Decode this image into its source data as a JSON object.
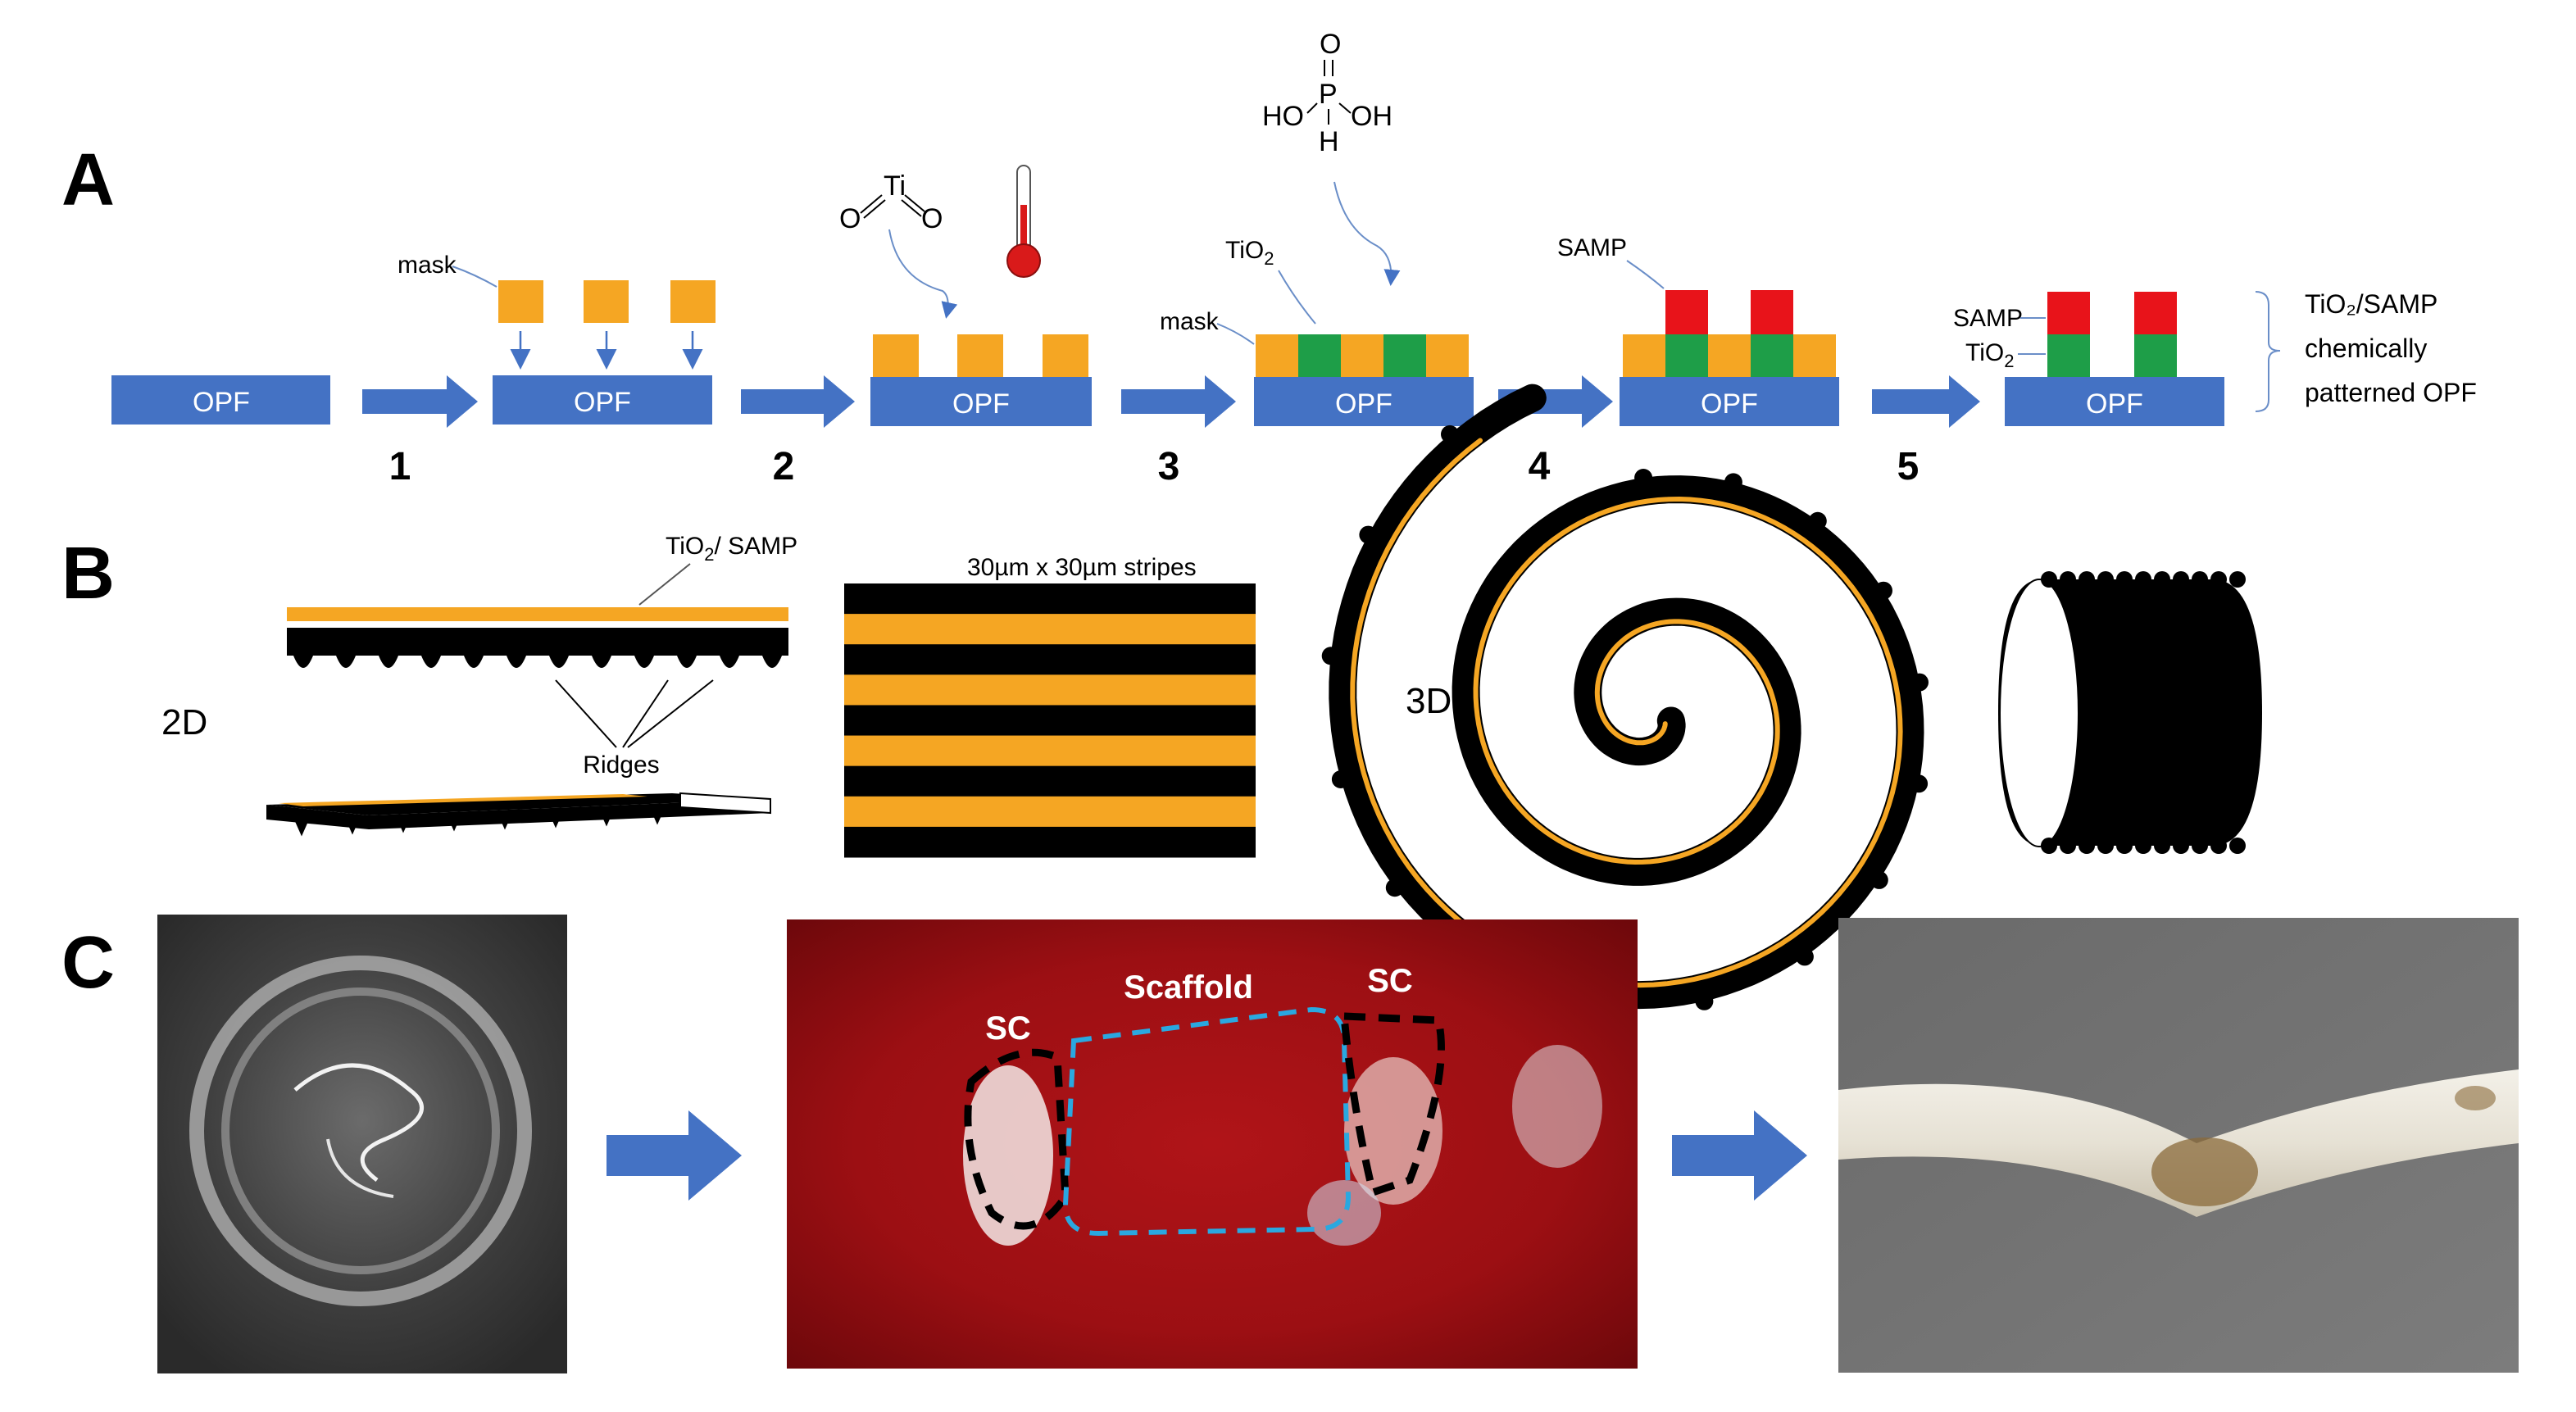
{
  "panel_labels": {
    "a": "A",
    "b": "B",
    "c": "C"
  },
  "panel_a": {
    "opf": "OPF",
    "steps": [
      "1",
      "2",
      "3",
      "4",
      "5"
    ],
    "mask": "mask",
    "tio2_main": "TiO",
    "tio2_sub": "2",
    "samp": "SAMP",
    "ti": "Ti",
    "o": "O",
    "ho": "HO",
    "oh": "OH",
    "p": "P",
    "h": "H",
    "result": [
      "TiO₂/SAMP",
      "chemically",
      "patterned OPF"
    ]
  },
  "panel_b": {
    "tio2_samp_main": "TiO",
    "tio2_samp_sub": "2",
    "tio2_samp_rest": "/ SAMP",
    "ridges": "Ridges",
    "label_2d": "2D",
    "label_3d": "3D",
    "stripes_caption": "30µm x 30µm stripes"
  },
  "panel_c": {
    "sc_left": "SC",
    "scaffold": "Scaffold",
    "sc_right": "SC"
  },
  "colors": {
    "opf_blue": "#4472c4",
    "arrow_blue": "#4472c4",
    "mask_orange": "#f5a623",
    "tio2_green": "#1e9e48",
    "samp_red": "#e8131a",
    "black": "#000000"
  }
}
